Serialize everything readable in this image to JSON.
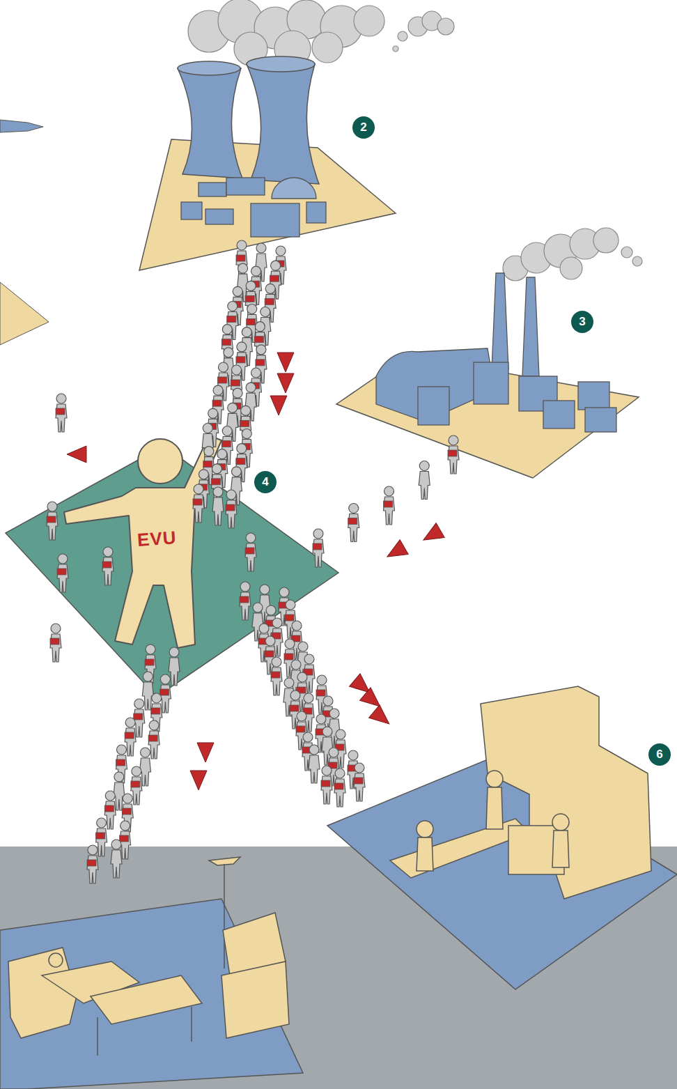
{
  "diagram": {
    "labels": [
      "2",
      "3",
      "4",
      "6",
      "EVU"
    ]
  }
}
